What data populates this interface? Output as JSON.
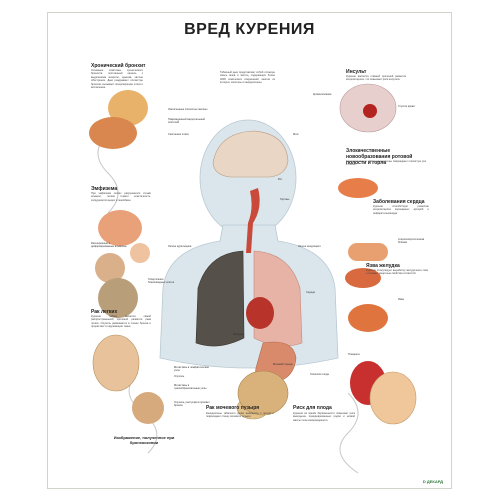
{
  "poster": {
    "title": "ВРЕД КУРЕНИЯ",
    "logo": "D ДЕКАРД"
  },
  "sections": {
    "bronchitis": {
      "title": "Хронический бронхит",
      "text": "Основные симптомы хронического бронхита: постоянный кашель с выделением мокроты, одышка, частые обострения. Дым раздражает слизистую бронхов, вызывает гиперсекрецию слизи и воспаление.",
      "labels": [
        "Увеличенные слизистые железы",
        "Поврежденный мерцательный эпителий",
        "Скопление слизи"
      ]
    },
    "emphysema": {
      "title": "Эмфизема",
      "text": "При эмфиземе легких разрушаются стенки альвеол, легкие теряют эластичность, затрудняется выдох и газообмен.",
      "labels": [
        "Расширенные и деформированные альвеолы",
        "Гиперплазия бокаловидных клеток"
      ]
    },
    "lung_cancer": {
      "title": "Рак легких",
      "text": "Курение табака является самой распространенной причиной развития рака легких. Опухоль развивается в стенке бронха и прорастает в окружающие ткани.",
      "labels": [
        "Метастазы в лимфатические узлы",
        "Опухоль",
        "Метастазы в трахеобронхиальные узлы",
        "Опухоль, растущая в просвет бронха"
      ],
      "caption": "Изображение, полученное при бронхоскопии"
    },
    "body": {
      "labels": [
        "Мозг",
        "Рот",
        "Гортань",
        "Легкое курильщика",
        "Легкое некурящего",
        "Сердце",
        "Желудок",
        "Мочевой пузырь"
      ],
      "smoke_text": "Табачный дым представляет собой сложную смесь газов и частиц, содержащих более 4000 химических соединений, многие из которых токсичны и канцерогенны."
    },
    "stroke": {
      "title": "Инсульт",
      "text": "Курение является главной причиной развития атеросклероза, что повышает риск инсульта.",
      "labels": [
        "Кровоизлияние",
        "Сгусток крови"
      ]
    },
    "oral_cancer": {
      "title": "Злокачественные новообразования ротовой полости и горла",
      "text": "Содержащиеся в табаке канцерогены повреждают слизистую рта и глотки."
    },
    "heart": {
      "title": "Заболевания сердца",
      "text": "Курение способствует развитию атеросклероза коронарных артерий и инфаркта миокарда.",
      "labels": [
        "Атеросклеротическая бляшка"
      ]
    },
    "stomach": {
      "title": "Язва желудка",
      "text": "Курение стимулирует выработку желудочного сока и снижает защитные свойства слизистой.",
      "labels": [
        "Язва"
      ]
    },
    "bladder": {
      "title": "Рак мочевого пузыря",
      "text": "Канцерогены табачного дыма выводятся с мочой и повреждают стенку мочевого пузыря."
    },
    "fetus": {
      "title": "Риск для плода",
      "text": "Курение во время беременности повышает риск выкидыша, преждевременных родов и низкой массы тела новорожденного.",
      "labels": [
        "Плацента",
        "Гипоксия плода"
      ]
    }
  }
}
